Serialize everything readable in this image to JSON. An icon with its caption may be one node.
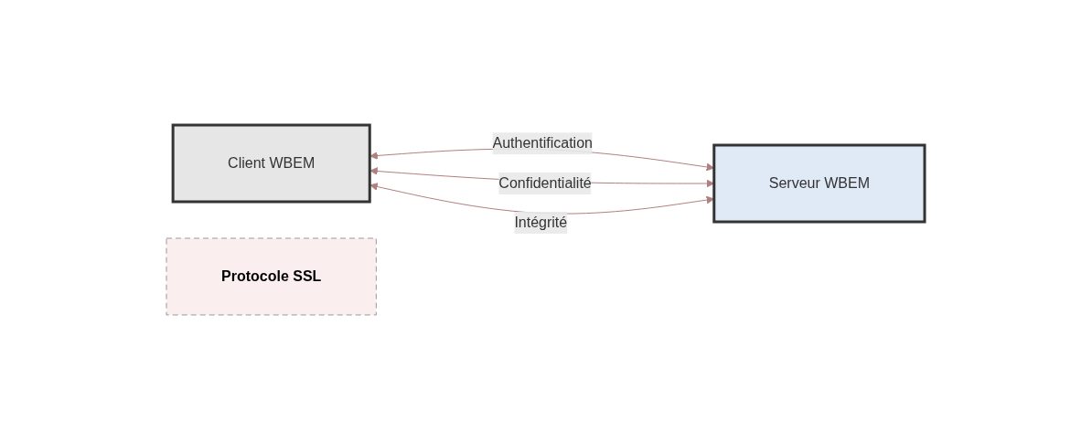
{
  "diagram": {
    "nodes": [
      {
        "text": [
          "Client WBEM"
        ]
      },
      {
        "text": [
          "Protocole SSL"
        ]
      },
      {
        "text": [
          "Serveur WBEM"
        ]
      }
    ],
    "edges": [
      {
        "from": 0,
        "to": 2,
        "arrow": "both",
        "label": "Authentification"
      },
      {
        "from": 0,
        "to": 2,
        "arrow": "both",
        "label": "Confidentialité"
      },
      {
        "from": 0,
        "to": 2,
        "arrow": "both",
        "label": "Intégrité"
      }
    ]
  }
}
